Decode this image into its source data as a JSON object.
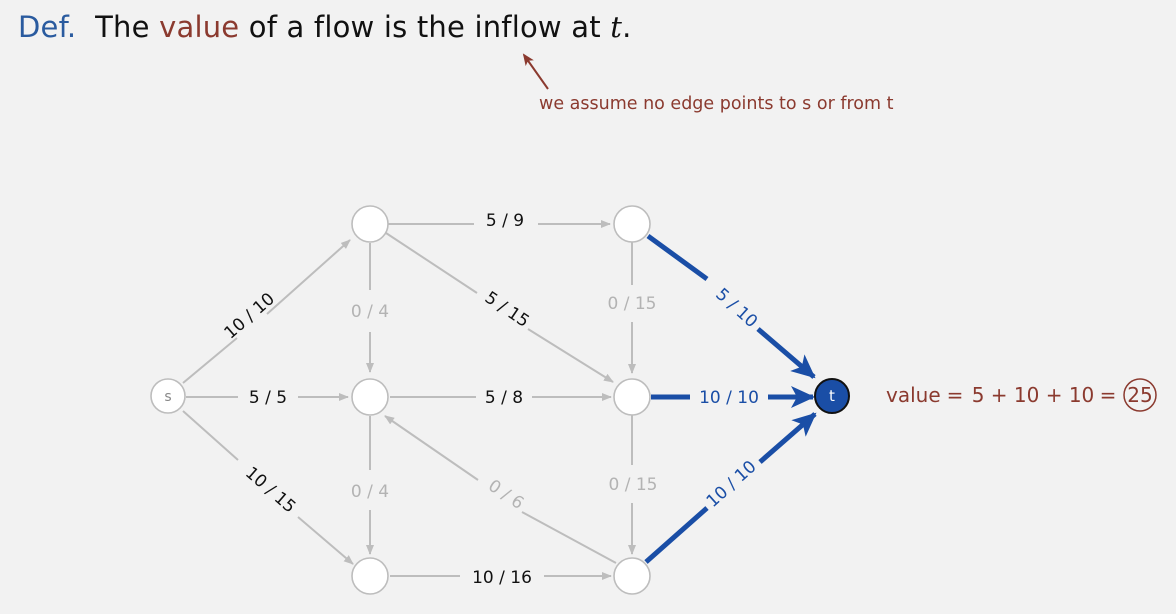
{
  "title": {
    "def": "Def.",
    "pre": "The",
    "highlight": "value",
    "post": "of a flow is the inflow at",
    "var": "t",
    "end": "."
  },
  "annotation": "we assume no edge points to s or from t",
  "nodes": {
    "s": "s",
    "t": "t"
  },
  "edges": {
    "s_a": "10 / 10",
    "s_c": "5 / 5",
    "s_e": "10 / 15",
    "a_b": "5 / 9",
    "a_c": "0 / 4",
    "a_d": "5 / 15",
    "b_d": "0 / 15",
    "b_t": "5 / 10",
    "c_d": "5 / 8",
    "c_e": "0 / 4",
    "f_c": "0 / 6",
    "d_t": "10 / 10",
    "d_f": "0 / 15",
    "e_f": "10 / 16",
    "f_t": "10 / 10"
  },
  "value_text": {
    "label": "value",
    "eq1": "=",
    "expr": "5 + 10 + 10",
    "eq2": "=",
    "result": "25"
  },
  "colors": {
    "gray": "#bdbdbd",
    "blue": "#1a4ea6",
    "red": "#8b3a2f",
    "title_blue": "#2a5b9f"
  }
}
